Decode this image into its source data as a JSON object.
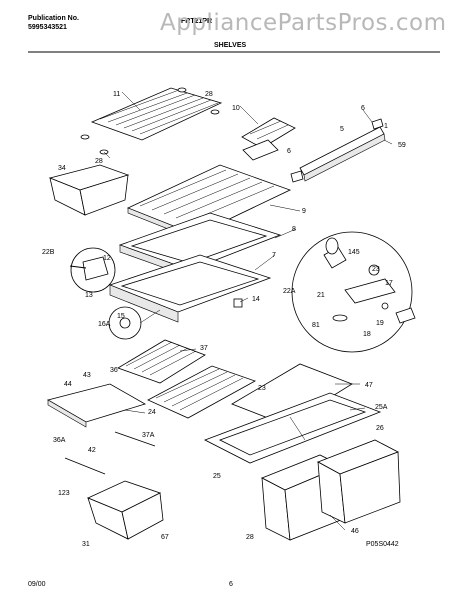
{
  "header": {
    "publication_label": "Publication No.",
    "publication_number": "5995343521",
    "model": "FRT21PR",
    "section_title": "SHELVES",
    "watermark": "AppliancePartsPros.com"
  },
  "footer": {
    "date": "09/00",
    "page": "6",
    "diagram_code": "P05S0442"
  },
  "callouts": [
    "11",
    "28",
    "28",
    "34",
    "10",
    "6",
    "5",
    "1",
    "59",
    "6",
    "9",
    "22B",
    "12",
    "13",
    "8",
    "145",
    "23",
    "22A",
    "21",
    "17",
    "7",
    "14",
    "15",
    "16A",
    "81",
    "19",
    "18",
    "37",
    "36",
    "23",
    "47",
    "43",
    "44",
    "24",
    "25A",
    "26",
    "36A",
    "37A",
    "42",
    "25",
    "123",
    "31",
    "67",
    "28",
    "46"
  ]
}
